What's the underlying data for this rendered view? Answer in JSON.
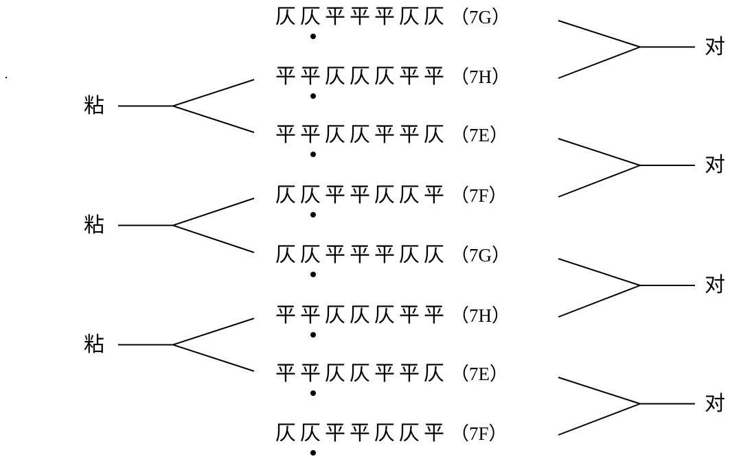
{
  "title": "七言律诗平仄粘对图",
  "lines": [
    {
      "pattern": [
        "仄",
        "仄",
        "平",
        "平",
        "平",
        "仄",
        "仄"
      ],
      "code": "（7G）",
      "marked_index": 1
    },
    {
      "pattern": [
        "平",
        "平",
        "仄",
        "仄",
        "仄",
        "平",
        "平"
      ],
      "code": "（7H）",
      "marked_index": 1
    },
    {
      "pattern": [
        "平",
        "平",
        "仄",
        "仄",
        "平",
        "平",
        "仄"
      ],
      "code": "（7E）",
      "marked_index": 1
    },
    {
      "pattern": [
        "仄",
        "仄",
        "平",
        "平",
        "仄",
        "仄",
        "平"
      ],
      "code": "（7F）",
      "marked_index": 1
    },
    {
      "pattern": [
        "仄",
        "仄",
        "平",
        "平",
        "平",
        "仄",
        "仄"
      ],
      "code": "（7G）",
      "marked_index": 1
    },
    {
      "pattern": [
        "平",
        "平",
        "仄",
        "仄",
        "仄",
        "平",
        "平"
      ],
      "code": "（7H）",
      "marked_index": 1
    },
    {
      "pattern": [
        "平",
        "平",
        "仄",
        "仄",
        "平",
        "平",
        "仄"
      ],
      "code": "（7E）",
      "marked_index": 1
    },
    {
      "pattern": [
        "仄",
        "仄",
        "平",
        "平",
        "仄",
        "仄",
        "平"
      ],
      "code": "（7F）",
      "marked_index": 1
    }
  ],
  "nian": [
    {
      "label": "粘",
      "joins": [
        1,
        2
      ]
    },
    {
      "label": "粘",
      "joins": [
        3,
        4
      ]
    },
    {
      "label": "粘",
      "joins": [
        5,
        6
      ]
    }
  ],
  "dui": [
    {
      "label": "对",
      "joins": [
        0,
        1
      ]
    },
    {
      "label": "对",
      "joins": [
        2,
        3
      ]
    },
    {
      "label": "对",
      "joins": [
        4,
        5
      ]
    },
    {
      "label": "对",
      "joins": [
        6,
        7
      ]
    }
  ]
}
